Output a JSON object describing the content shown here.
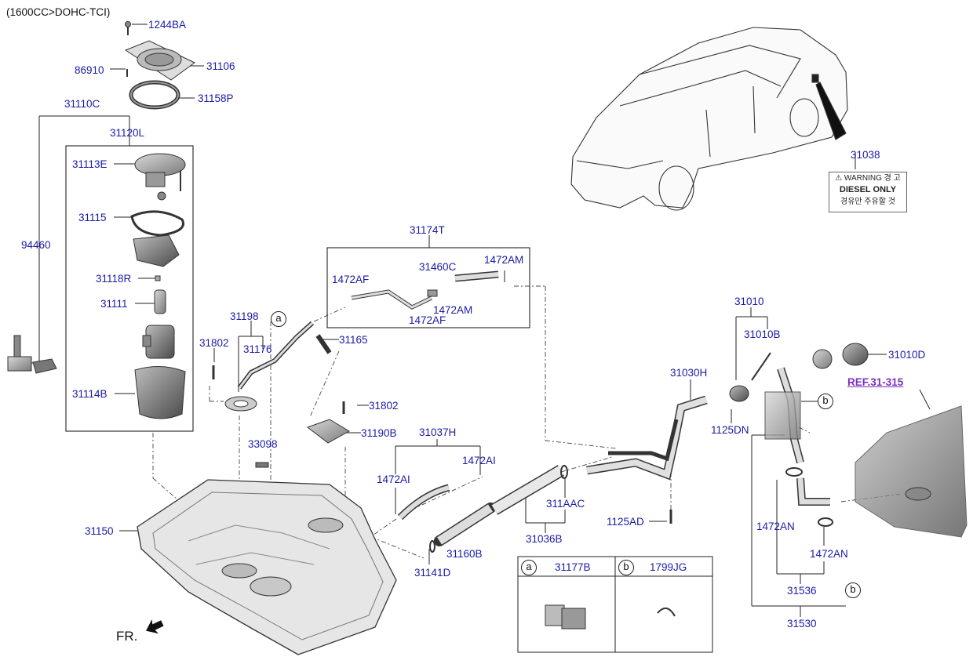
{
  "header": {
    "engine": "(1600CC>DOHC-TCI)"
  },
  "parts": {
    "p1244BA": "1244BA",
    "p86910": "86910",
    "p31106": "31106",
    "p31158P": "31158P",
    "p31110C": "31110C",
    "p31120L": "31120L",
    "p31113E": "31113E",
    "p31115": "31115",
    "p94460": "94460",
    "p31118R": "31118R",
    "p31111": "31111",
    "p31114B": "31114B",
    "p31150": "31150",
    "p33098": "33098",
    "p31198": "31198",
    "p31802a": "31802",
    "p31176": "31176",
    "p31165": "31165",
    "p31802b": "31802",
    "p31190B": "31190B",
    "p31174T": "31174T",
    "p1472AFa": "1472AF",
    "p31460C": "31460C",
    "p1472AMa": "1472AM",
    "p1472AMb": "1472AM",
    "p1472AFb": "1472AF",
    "p31037H": "31037H",
    "p1472AIa": "1472AI",
    "p1472AIb": "1472AI",
    "p311AAC": "311AAC",
    "p31036B": "31036B",
    "p31160B": "31160B",
    "p31141D": "31141D",
    "p1125AD": "1125AD",
    "p31030H": "31030H",
    "p31010": "31010",
    "p31010B": "31010B",
    "p31010D": "31010D",
    "p1125DN": "1125DN",
    "p31038": "31038",
    "ref": "REF.31-315",
    "p1472ANa": "1472AN",
    "p1472ANb": "1472AN",
    "p31536": "31536",
    "p31530": "31530"
  },
  "callouts": {
    "a": "a",
    "b": "b"
  },
  "legend": {
    "a_letter": "a",
    "a_part": "31177B",
    "b_letter": "b",
    "b_part": "1799JG"
  },
  "warning_label": {
    "line1": "⚠ WARNING 경 고",
    "line2": "DIESEL ONLY",
    "line3": "경유만 주유할 것"
  },
  "front_marker": "FR.",
  "colors": {
    "label": "#1a1aa6",
    "ref": "#7a2fb8",
    "line": "#222222"
  }
}
